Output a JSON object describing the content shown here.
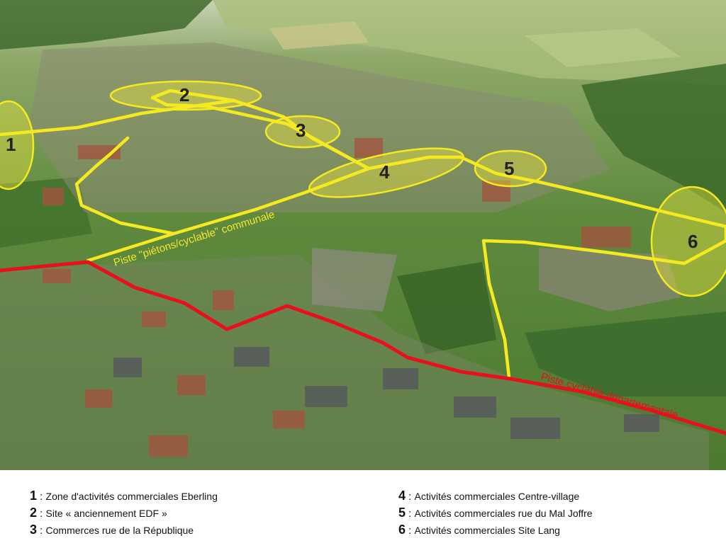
{
  "map": {
    "zones": [
      {
        "num": "1",
        "label": "Zone d'activités commerciales Eberling"
      },
      {
        "num": "2",
        "label": "Site « anciennement EDF »"
      },
      {
        "num": "3",
        "label": "Commerces rue de la République"
      },
      {
        "num": "4",
        "label": "Activités commerciales Centre-village"
      },
      {
        "num": "5",
        "label": "Activités commerciales rue du Mal Joffre"
      },
      {
        "num": "6",
        "label": "Activités commerciales Site Lang"
      }
    ],
    "routes": {
      "communal": "Piste \"piétons/cyclable\" communale",
      "departemental": "Piste cyclable départementale"
    },
    "colors": {
      "zone_fill": "#f2ec3a",
      "communal_route": "#f5ea1f",
      "departemental_route": "#e8101c",
      "communal_text": "#f3e630",
      "departemental_text": "#e8101c"
    }
  },
  "legend": {
    "separator": " : ",
    "left": [
      {
        "num": "1",
        "text": "Zone d'activités commerciales Eberling"
      },
      {
        "num": "2",
        "text": "Site « anciennement EDF »"
      },
      {
        "num": "3",
        "text": "Commerces rue de la République"
      }
    ],
    "right": [
      {
        "num": "4",
        "text": "Activités commerciales Centre-village"
      },
      {
        "num": "5",
        "text": "Activités commerciales rue du Mal Joffre"
      },
      {
        "num": "6",
        "text": "Activités commerciales Site Lang"
      }
    ]
  }
}
